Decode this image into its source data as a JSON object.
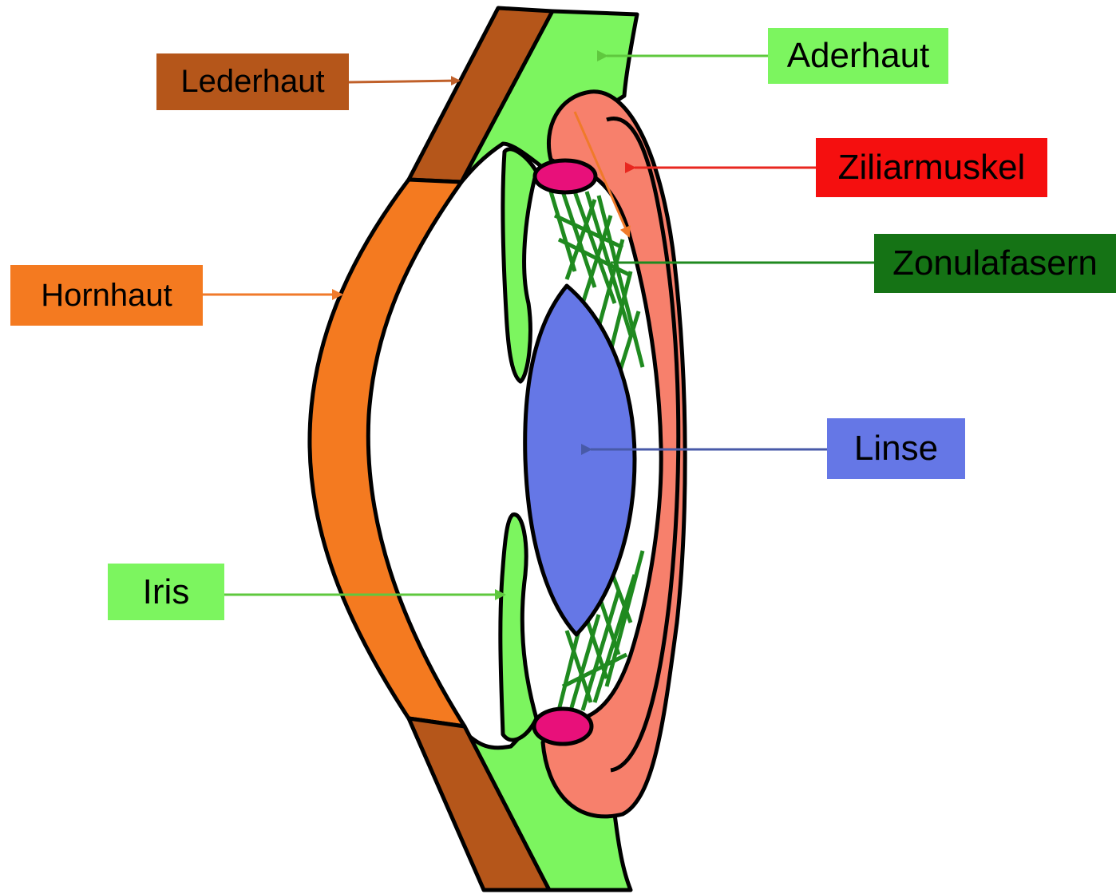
{
  "labels": {
    "lederhaut": "Lederhaut",
    "aderhaut": "Aderhaut",
    "ziliarmuskel": "Ziliarmuskel",
    "zonulafasern": "Zonulafasern",
    "hornhaut": "Hornhaut",
    "linse": "Linse",
    "iris": "Iris"
  },
  "colors": {
    "lederhaut": "#b5561a",
    "hornhaut": "#f47a20",
    "aderhaut": "#7cf55f",
    "ziliarmuskel_label": "#f50f0f",
    "ziliar_body": "#f7806c",
    "zonulafasern_label": "#157315",
    "zonula_fibers": "#1f8a1f",
    "linse": "#6577e6",
    "iris": "#7cf55f",
    "attachment": "#e8107a"
  }
}
